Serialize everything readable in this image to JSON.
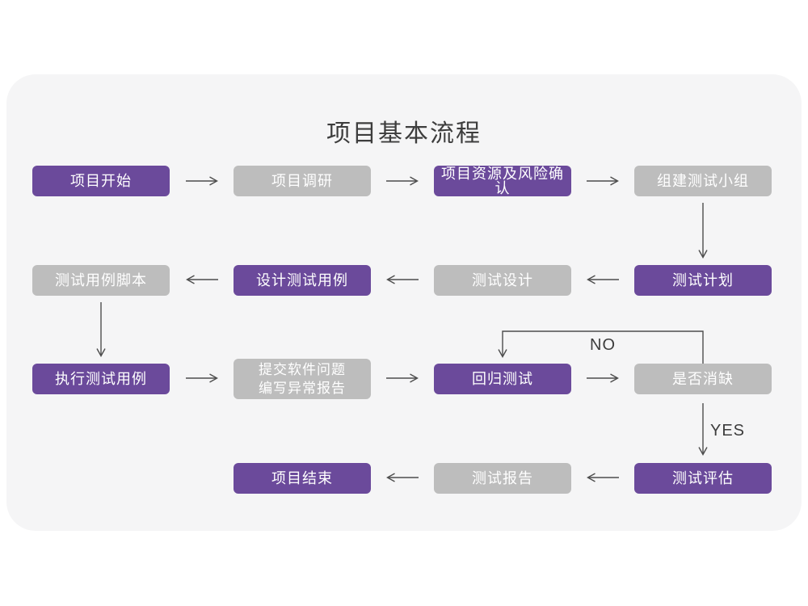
{
  "title": "项目基本流程",
  "colors": {
    "purple": "#6B4A9B",
    "gray": "#BDBDBD",
    "card_bg": "#F5F5F6",
    "arrow": "#4D4D4D",
    "text_dark": "#3D3D3D",
    "box_text": "#FFFFFF"
  },
  "edge_labels": {
    "no": "NO",
    "yes": "YES"
  },
  "nodes": [
    {
      "id": "project-start",
      "label": "项目开始",
      "type": "purple"
    },
    {
      "id": "project-research",
      "label": "项目调研",
      "type": "gray"
    },
    {
      "id": "resources-risk",
      "label": "项目资源及风险确认",
      "type": "purple"
    },
    {
      "id": "form-test-team",
      "label": "组建测试小组",
      "type": "gray"
    },
    {
      "id": "test-case-script",
      "label": "测试用例脚本",
      "type": "gray"
    },
    {
      "id": "design-test-cases",
      "label": "设计测试用例",
      "type": "purple"
    },
    {
      "id": "test-design",
      "label": "测试设计",
      "type": "gray"
    },
    {
      "id": "test-plan",
      "label": "测试计划",
      "type": "purple"
    },
    {
      "id": "execute-test-cases",
      "label": "执行测试用例",
      "type": "purple"
    },
    {
      "id": "submit-issues",
      "label_line1": "提交软件问题",
      "label_line2": "编写异常报告",
      "type": "gray"
    },
    {
      "id": "regression-test",
      "label": "回归测试",
      "type": "purple"
    },
    {
      "id": "defect-cleared",
      "label": "是否消缺",
      "type": "gray"
    },
    {
      "id": "project-end",
      "label": "项目结束",
      "type": "purple"
    },
    {
      "id": "test-report",
      "label": "测试报告",
      "type": "gray"
    },
    {
      "id": "test-evaluation",
      "label": "测试评估",
      "type": "purple"
    }
  ]
}
